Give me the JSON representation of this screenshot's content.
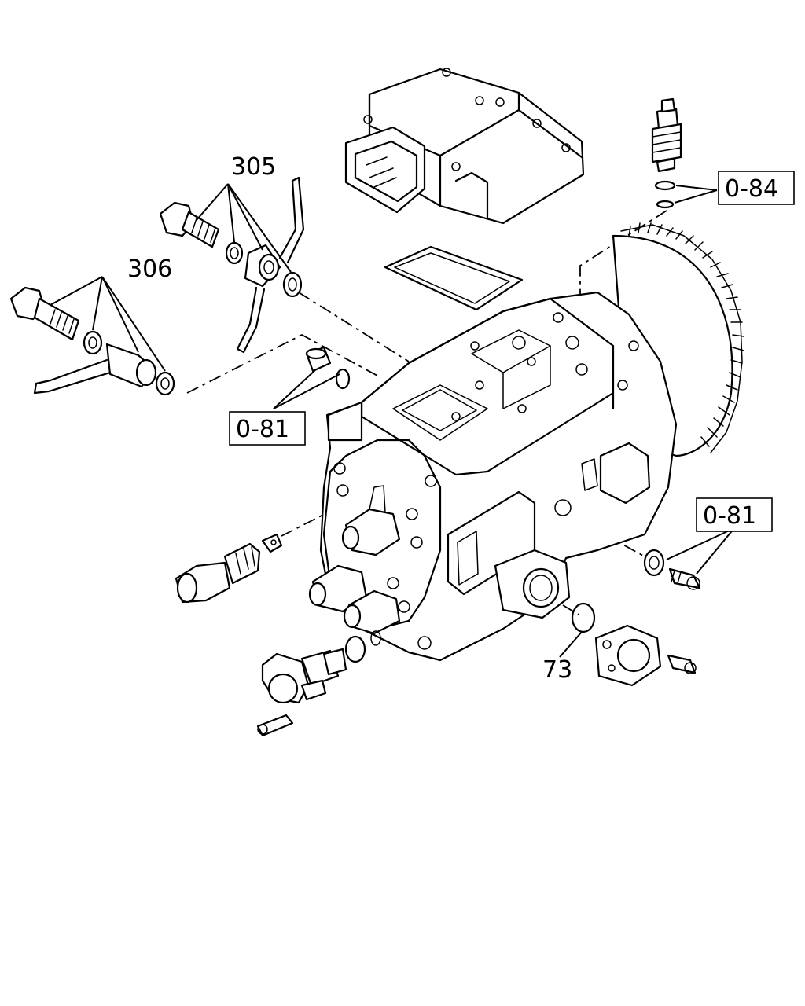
{
  "callouts": {
    "c305": "305",
    "c306": "306",
    "c084": "0-84",
    "c081_left": "0-81",
    "c081_right": "0-81",
    "c73": "73"
  }
}
